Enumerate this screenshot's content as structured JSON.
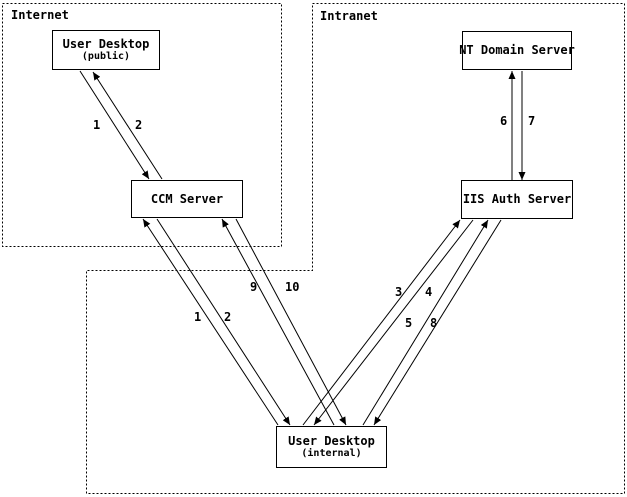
{
  "zones": {
    "internet": {
      "label": "Internet"
    },
    "intranet": {
      "label": "Intranet"
    }
  },
  "nodes": {
    "user_desktop_public": {
      "title": "User Desktop",
      "subtitle": "(public)"
    },
    "ccm_server": {
      "title": "CCM Server"
    },
    "nt_domain_server": {
      "title": "NT Domain Server"
    },
    "iis_auth_server": {
      "title": "IIS Auth Server"
    },
    "user_desktop_internal": {
      "title": "User Desktop",
      "subtitle": "(internal)"
    }
  },
  "edges": [
    {
      "label": "1",
      "from": "User Desktop (public)",
      "to": "CCM Server"
    },
    {
      "label": "2",
      "from": "CCM Server",
      "to": "User Desktop (public)"
    },
    {
      "label": "1",
      "from": "User Desktop (internal)",
      "to": "CCM Server"
    },
    {
      "label": "2",
      "from": "CCM Server",
      "to": "User Desktop (internal)"
    },
    {
      "label": "9",
      "from": "User Desktop (internal)",
      "to": "CCM Server"
    },
    {
      "label": "10",
      "from": "CCM Server",
      "to": "User Desktop (internal)"
    },
    {
      "label": "3",
      "from": "User Desktop (internal)",
      "to": "IIS Auth Server"
    },
    {
      "label": "4",
      "from": "IIS Auth Server",
      "to": "User Desktop (internal)"
    },
    {
      "label": "5",
      "from": "User Desktop (internal)",
      "to": "IIS Auth Server"
    },
    {
      "label": "8",
      "from": "IIS Auth Server",
      "to": "User Desktop (internal)"
    },
    {
      "label": "6",
      "from": "IIS Auth Server",
      "to": "NT Domain Server"
    },
    {
      "label": "7",
      "from": "NT Domain Server",
      "to": "IIS Auth Server"
    }
  ],
  "colors": {
    "line": "#000000",
    "background": "#ffffff"
  }
}
